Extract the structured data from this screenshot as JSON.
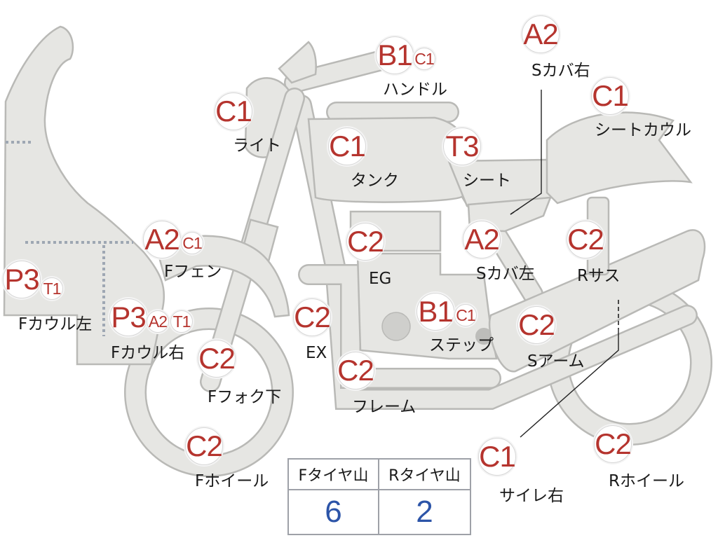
{
  "parts": [
    {
      "id": "handle",
      "label": "ハンドル",
      "badges": [
        "B1",
        "C1"
      ]
    },
    {
      "id": "scover-right",
      "label": "Sカバ右",
      "badges": [
        "A2"
      ]
    },
    {
      "id": "seat-cowl",
      "label": "シートカウル",
      "badges": [
        "C1"
      ]
    },
    {
      "id": "light",
      "label": "ライト",
      "badges": [
        "C1"
      ]
    },
    {
      "id": "tank",
      "label": "タンク",
      "badges": [
        "C1"
      ]
    },
    {
      "id": "seat",
      "label": "シート",
      "badges": [
        "T3"
      ]
    },
    {
      "id": "eg",
      "label": "EG",
      "badges": [
        "C2"
      ]
    },
    {
      "id": "scover-left",
      "label": "Sカバ左",
      "badges": [
        "A2"
      ]
    },
    {
      "id": "rsus",
      "label": "Rサス",
      "badges": [
        "C2"
      ]
    },
    {
      "id": "ffender",
      "label": "Fフェン",
      "badges": [
        "A2",
        "C1"
      ]
    },
    {
      "id": "fcowl-left",
      "label": "Fカウル左",
      "badges": [
        "P3",
        "T1"
      ]
    },
    {
      "id": "fcowl-right",
      "label": "Fカウル右",
      "badges": [
        "P3",
        "A2",
        "T1"
      ]
    },
    {
      "id": "ex",
      "label": "EX",
      "badges": [
        "C2"
      ]
    },
    {
      "id": "step",
      "label": "ステップ",
      "badges": [
        "B1",
        "C1"
      ]
    },
    {
      "id": "sarm",
      "label": "Sアーム",
      "badges": [
        "C2"
      ]
    },
    {
      "id": "ffork-lower",
      "label": "Fフォク下",
      "badges": [
        "C2"
      ]
    },
    {
      "id": "frame",
      "label": "フレーム",
      "badges": [
        "C2"
      ]
    },
    {
      "id": "silencer-right",
      "label": "サイレ右",
      "badges": [
        "C1"
      ]
    },
    {
      "id": "fwheel",
      "label": "Fホイール",
      "badges": [
        "C2"
      ]
    },
    {
      "id": "rwheel",
      "label": "Rホイール",
      "badges": [
        "C2"
      ]
    }
  ],
  "tire_table": {
    "headers": [
      "Fタイヤ山",
      "Rタイヤ山"
    ],
    "values": [
      "6",
      "2"
    ]
  },
  "colors": {
    "badge_text": "#b5342e",
    "part_fill": "#e6e6e3",
    "part_stroke": "#b9b9b6",
    "table_value": "#2c54a8",
    "cowl_dots": "#9ea7b3"
  }
}
